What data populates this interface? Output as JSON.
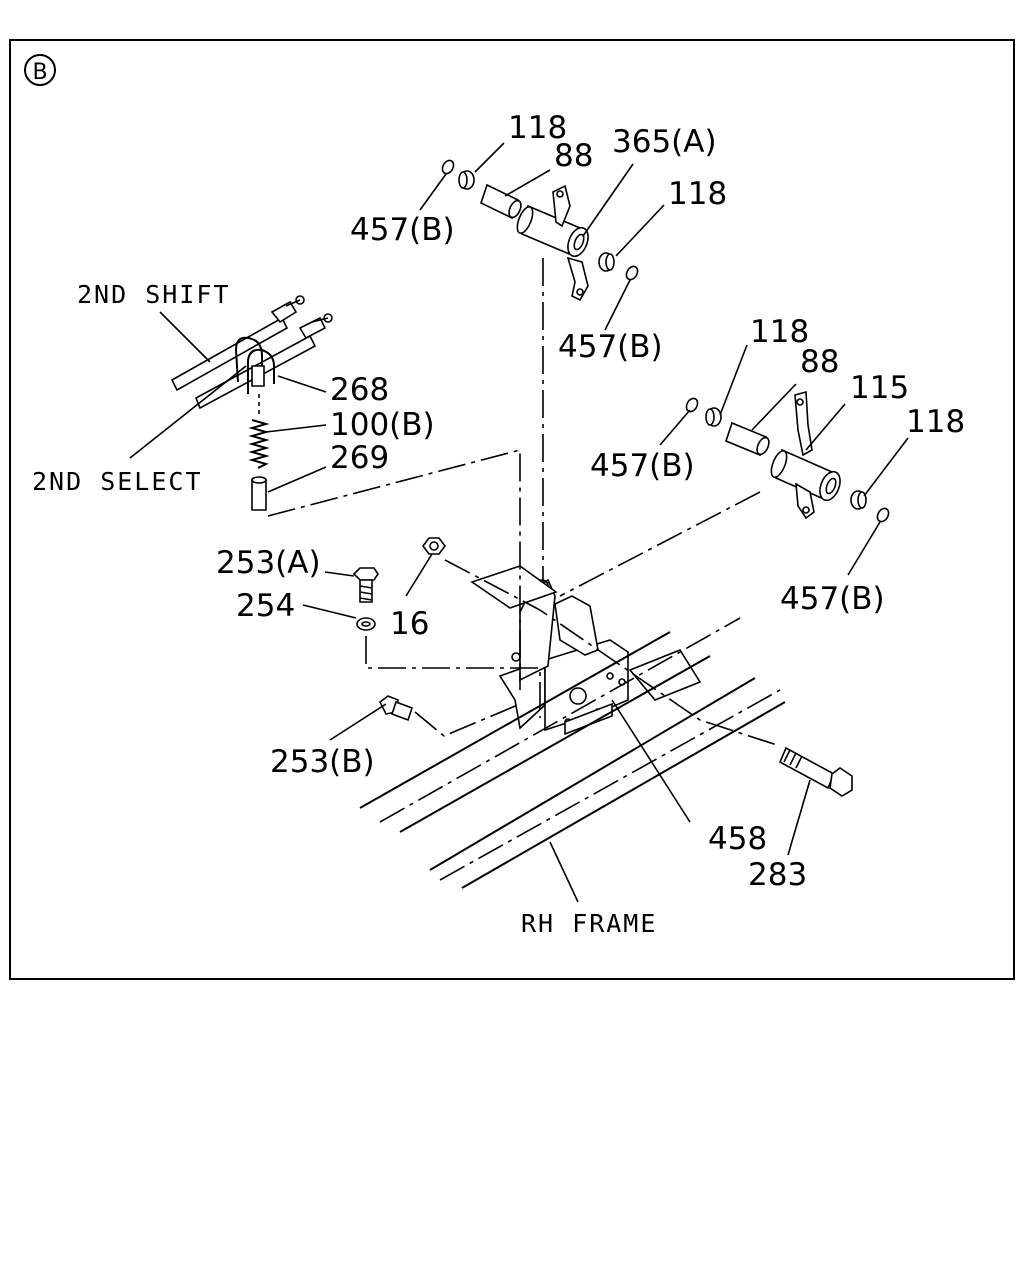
{
  "view_marker": "B",
  "callouts": {
    "p118_top": "118",
    "p88_top": "88",
    "p365a": "365(A)",
    "p118_top_right": "118",
    "p457b_top_left": "457(B)",
    "p457b_top_right": "457(B)",
    "p118_mid": "118",
    "p88_mid": "88",
    "p115": "115",
    "p118_right": "118",
    "p457b_mid": "457(B)",
    "p457b_right": "457(B)",
    "p268": "268",
    "p100b": "100(B)",
    "p269": "269",
    "p253a": "253(A)",
    "p254": "254",
    "p16": "16",
    "p253b": "253(B)",
    "p458": "458",
    "p283": "283"
  },
  "notes": {
    "shift": "2ND SHIFT",
    "select": "2ND SELECT",
    "frame": "RH FRAME"
  }
}
